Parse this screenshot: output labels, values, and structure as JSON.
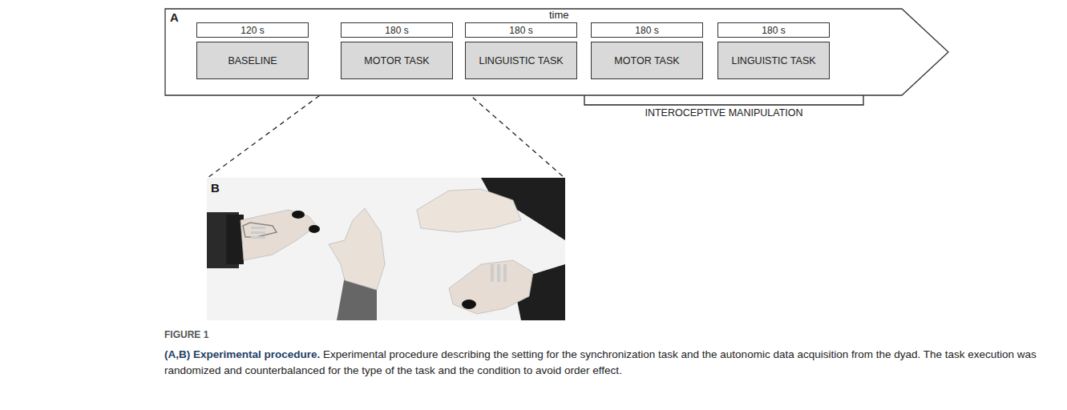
{
  "diagram": {
    "caption": "Experimental procedure describing the setting for the synchronization task and the autonomic data acquisition from the dyad. The task execution was randomized and counterbalanced for the type of the task and the condition to avoid order effect.",
    "nodes": [
      {
        "text": [
          "A",
          "time"
        ]
      },
      {
        "text": [
          "120 s"
        ],
        "in": 0
      },
      {
        "text": [
          "180 s"
        ],
        "in": 0
      },
      {
        "text": [
          "180 s"
        ],
        "in": 0
      },
      {
        "text": [
          "180 s"
        ],
        "in": 0
      },
      {
        "text": [
          "180 s"
        ],
        "in": 0
      },
      {
        "text": [
          "BASELINE"
        ],
        "in": 0
      },
      {
        "text": [
          "MOTOR TASK"
        ],
        "in": 0
      },
      {
        "text": [
          "LINGUISTIC TASK"
        ],
        "in": 0
      },
      {
        "text": [
          "MOTOR TASK"
        ],
        "in": 0
      },
      {
        "text": [
          "LINGUISTIC TASK"
        ],
        "in": 0
      }
    ],
    "labels": [
      "INTEROCEPTIVE MANIPULATION",
      "B",
      "FIGURE 1",
      "(A,B) Experimental procedure."
    ]
  }
}
